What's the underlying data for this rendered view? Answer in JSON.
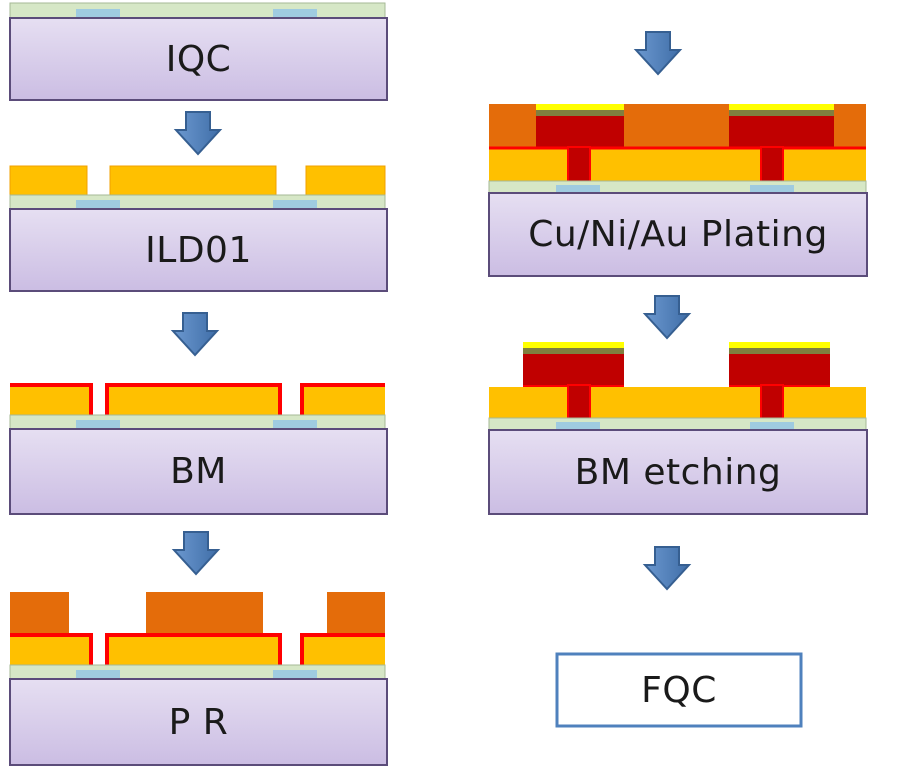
{
  "steps": {
    "iqc": "IQC",
    "ild01": "ILD01",
    "bm": "BM",
    "pr": "P R",
    "plating": "Cu/Ni/Au Plating",
    "bm_etching": "BM etching",
    "fqc": "FQC"
  },
  "colors": {
    "box_fill_top": "#e6dff2",
    "box_fill_bottom": "#cbbde3",
    "box_stroke": "#5b4c7a",
    "substrate": "#d6e7c6",
    "pad": "#9fcbe0",
    "dielectric": "#ffc000",
    "barrier_metal": "#ff0000",
    "photoresist": "#e46c0a",
    "copper": "#c00000",
    "nickel": "#7f7f3f",
    "gold": "#ffff00",
    "arrow_fill": "#4f81bd",
    "arrow_stroke": "#365f91",
    "fqc_border": "#4f81bd"
  }
}
